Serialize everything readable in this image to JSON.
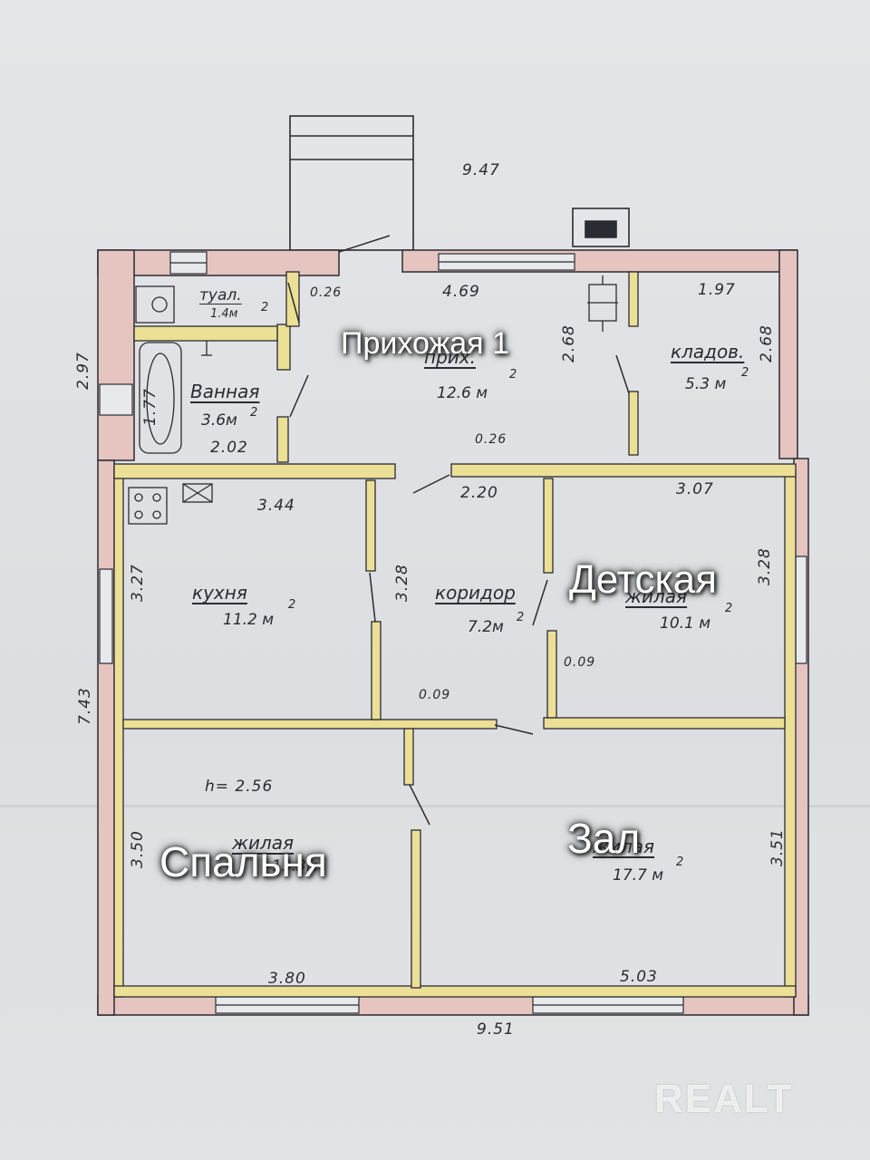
{
  "plan": {
    "overall": {
      "top_width": "9.47",
      "bottom_width": "9.51",
      "left_height": "7.43",
      "left_top_height": "2.97"
    },
    "rooms": [
      {
        "id": "toilet",
        "name": "туал.",
        "area": "1.4м",
        "sup": "2"
      },
      {
        "id": "bath",
        "name": "Ванная",
        "area": "3.6м",
        "sup": "2",
        "dim_w": "2.02",
        "dim_h": "1.77"
      },
      {
        "id": "hall",
        "name": "прих.",
        "area": "12.6 м",
        "sup": "2",
        "dim_w": "4.69",
        "dim_h": "2.68"
      },
      {
        "id": "pantry",
        "name": "кладов.",
        "area": "5.3 м",
        "sup": "2",
        "dim_w": "1.97",
        "dim_h": "2.68"
      },
      {
        "id": "kitchen",
        "name": "кухня",
        "area": "11.2 м",
        "sup": "2",
        "dim_w": "3.44",
        "dim_h": "3.27"
      },
      {
        "id": "corridor",
        "name": "коридор",
        "area": "7.2м",
        "sup": "2",
        "dim_w": "2.20",
        "dim_h": "3.28"
      },
      {
        "id": "kids",
        "name": "жилая",
        "area": "10.1 м",
        "sup": "2",
        "dim_w": "3.07",
        "dim_h": "3.28"
      },
      {
        "id": "bedroom",
        "name": "жилая",
        "area": "13.3м",
        "dim_w": "3.80",
        "dim_h": "3.50"
      },
      {
        "id": "living",
        "name": "жилая",
        "area": "17.7 м",
        "sup": "2",
        "dim_w": "5.03",
        "dim_h": "3.51"
      }
    ],
    "misc": {
      "wall_026_a": "0.26",
      "wall_026_b": "0.26",
      "wall_009_a": "0.09",
      "wall_009_b": "0.09",
      "ceiling_height": "h= 2.56"
    }
  },
  "overlays": {
    "hall": "Прихожая 1",
    "kids": "Детская",
    "bedroom": "Спальня",
    "living": "Зал"
  },
  "watermark": "REALT",
  "colors": {
    "wall_outer": "#e6c4c0",
    "wall_inner": "#ecdf96",
    "ink": "#2a2c33"
  }
}
